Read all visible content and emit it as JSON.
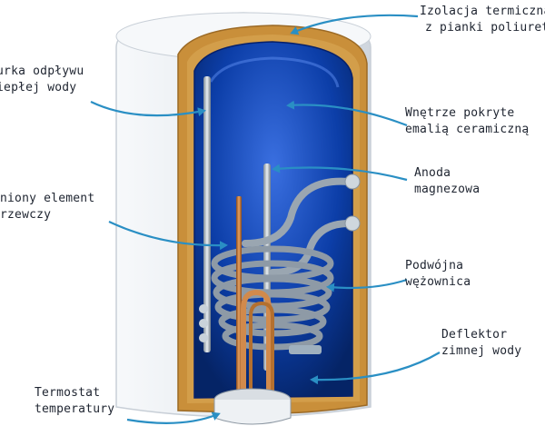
{
  "colors": {
    "shell": "#eef1f4",
    "insulation": "#c98f3a",
    "tank": "#0a3da8",
    "leader": "#2a8fc4",
    "label_text": "#1e2430"
  },
  "labels": {
    "insulation": [
      "Izolacja termiczna",
      "z pianki poliuretan"
    ],
    "outlet": [
      "rurka odpływu",
      "ciepłej wody"
    ],
    "heating": [
      "niony element",
      "rzewczy"
    ],
    "interior": [
      "Wnętrze pokryte",
      "emalią ceramiczną"
    ],
    "anode": [
      "Anoda",
      "magnezowa"
    ],
    "coil": [
      "Podwójna",
      "wężownica"
    ],
    "deflector": [
      "Deflektor",
      "zimnej wody"
    ],
    "thermostat": [
      "Termostat",
      "temperatury"
    ]
  }
}
